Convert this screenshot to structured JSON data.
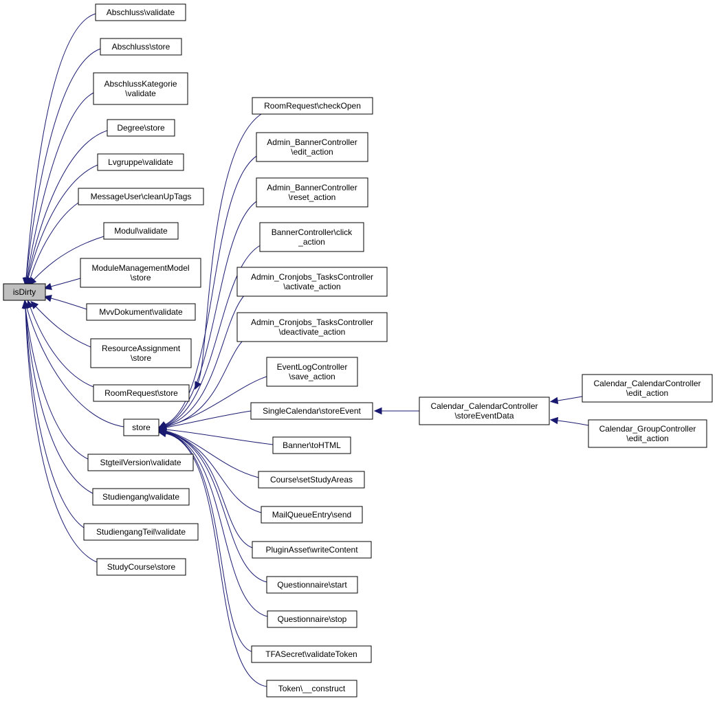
{
  "graph": {
    "nodes": [
      {
        "id": "isDirty",
        "lines": [
          "isDirty"
        ]
      },
      {
        "id": "abschluss-validate",
        "lines": [
          "Abschluss\\validate"
        ]
      },
      {
        "id": "abschluss-store",
        "lines": [
          "Abschluss\\store"
        ]
      },
      {
        "id": "abschlusskategorie-validate",
        "lines": [
          "AbschlussKategorie",
          "\\validate"
        ]
      },
      {
        "id": "degree-store",
        "lines": [
          "Degree\\store"
        ]
      },
      {
        "id": "lvgruppe-validate",
        "lines": [
          "Lvgruppe\\validate"
        ]
      },
      {
        "id": "messageuser-cleanuptags",
        "lines": [
          "MessageUser\\cleanUpTags"
        ]
      },
      {
        "id": "modul-validate",
        "lines": [
          "Modul\\validate"
        ]
      },
      {
        "id": "modulemanagementmodel-store",
        "lines": [
          "ModuleManagementModel",
          "\\store"
        ]
      },
      {
        "id": "mvvdokument-validate",
        "lines": [
          "MvvDokument\\validate"
        ]
      },
      {
        "id": "resourceassignment-store",
        "lines": [
          "ResourceAssignment",
          "\\store"
        ]
      },
      {
        "id": "roomrequest-store",
        "lines": [
          "RoomRequest\\store"
        ]
      },
      {
        "id": "store",
        "lines": [
          "store"
        ]
      },
      {
        "id": "stgteilversion-validate",
        "lines": [
          "StgteilVersion\\validate"
        ]
      },
      {
        "id": "studiengang-validate",
        "lines": [
          "Studiengang\\validate"
        ]
      },
      {
        "id": "studiengangteil-validate",
        "lines": [
          "StudiengangTeil\\validate"
        ]
      },
      {
        "id": "studycourse-store",
        "lines": [
          "StudyCourse\\store"
        ]
      },
      {
        "id": "roomrequest-checkopen",
        "lines": [
          "RoomRequest\\checkOpen"
        ]
      },
      {
        "id": "admin-bannercontroller-edit-action",
        "lines": [
          "Admin_BannerController",
          "\\edit_action"
        ]
      },
      {
        "id": "admin-bannercontroller-reset-action",
        "lines": [
          "Admin_BannerController",
          "\\reset_action"
        ]
      },
      {
        "id": "bannercontroller-click-action",
        "lines": [
          "BannerController\\click",
          "_action"
        ]
      },
      {
        "id": "admin-cronjobs-taskscontroller-activate-action",
        "lines": [
          "Admin_Cronjobs_TasksController",
          "\\activate_action"
        ]
      },
      {
        "id": "admin-cronjobs-taskscontroller-deactivate-action",
        "lines": [
          "Admin_Cronjobs_TasksController",
          "\\deactivate_action"
        ]
      },
      {
        "id": "eventlogcontroller-save-action",
        "lines": [
          "EventLogController",
          "\\save_action"
        ]
      },
      {
        "id": "singlecalendar-storeevent",
        "lines": [
          "SingleCalendar\\storeEvent"
        ]
      },
      {
        "id": "banner-tohtml",
        "lines": [
          "Banner\\toHTML"
        ]
      },
      {
        "id": "course-setstudyareas",
        "lines": [
          "Course\\setStudyAreas"
        ]
      },
      {
        "id": "mailqueueentry-send",
        "lines": [
          "MailQueueEntry\\send"
        ]
      },
      {
        "id": "pluginasset-writecontent",
        "lines": [
          "PluginAsset\\writeContent"
        ]
      },
      {
        "id": "questionnaire-start",
        "lines": [
          "Questionnaire\\start"
        ]
      },
      {
        "id": "questionnaire-stop",
        "lines": [
          "Questionnaire\\stop"
        ]
      },
      {
        "id": "tfasecret-validatetoken",
        "lines": [
          "TFASecret\\validateToken"
        ]
      },
      {
        "id": "token-construct",
        "lines": [
          "Token\\__construct"
        ]
      },
      {
        "id": "calendar-calendarcontroller-storeeventdata",
        "lines": [
          "Calendar_CalendarController",
          "\\storeEventData"
        ]
      },
      {
        "id": "calendar-calendarcontroller-edit-action",
        "lines": [
          "Calendar_CalendarController",
          "\\edit_action"
        ]
      },
      {
        "id": "calendar-groupcontroller-edit-action",
        "lines": [
          "Calendar_GroupController",
          "\\edit_action"
        ]
      }
    ],
    "edges": [
      {
        "from": "abschluss-validate",
        "to": "isDirty"
      },
      {
        "from": "abschluss-store",
        "to": "isDirty"
      },
      {
        "from": "abschlusskategorie-validate",
        "to": "isDirty"
      },
      {
        "from": "degree-store",
        "to": "isDirty"
      },
      {
        "from": "lvgruppe-validate",
        "to": "isDirty"
      },
      {
        "from": "messageuser-cleanuptags",
        "to": "isDirty"
      },
      {
        "from": "modul-validate",
        "to": "isDirty"
      },
      {
        "from": "modulemanagementmodel-store",
        "to": "isDirty"
      },
      {
        "from": "mvvdokument-validate",
        "to": "isDirty"
      },
      {
        "from": "resourceassignment-store",
        "to": "isDirty"
      },
      {
        "from": "roomrequest-store",
        "to": "isDirty"
      },
      {
        "from": "store",
        "to": "isDirty"
      },
      {
        "from": "stgteilversion-validate",
        "to": "isDirty"
      },
      {
        "from": "studiengang-validate",
        "to": "isDirty"
      },
      {
        "from": "studiengangteil-validate",
        "to": "isDirty"
      },
      {
        "from": "studycourse-store",
        "to": "isDirty"
      },
      {
        "from": "roomrequest-checkopen",
        "to": "roomrequest-store"
      },
      {
        "from": "admin-bannercontroller-edit-action",
        "to": "store"
      },
      {
        "from": "admin-bannercontroller-reset-action",
        "to": "store"
      },
      {
        "from": "bannercontroller-click-action",
        "to": "store"
      },
      {
        "from": "admin-cronjobs-taskscontroller-activate-action",
        "to": "store"
      },
      {
        "from": "admin-cronjobs-taskscontroller-deactivate-action",
        "to": "store"
      },
      {
        "from": "eventlogcontroller-save-action",
        "to": "store"
      },
      {
        "from": "singlecalendar-storeevent",
        "to": "store"
      },
      {
        "from": "banner-tohtml",
        "to": "store"
      },
      {
        "from": "course-setstudyareas",
        "to": "store"
      },
      {
        "from": "mailqueueentry-send",
        "to": "store"
      },
      {
        "from": "pluginasset-writecontent",
        "to": "store"
      },
      {
        "from": "questionnaire-start",
        "to": "store"
      },
      {
        "from": "questionnaire-stop",
        "to": "store"
      },
      {
        "from": "tfasecret-validatetoken",
        "to": "store"
      },
      {
        "from": "token-construct",
        "to": "store"
      },
      {
        "from": "calendar-calendarcontroller-storeeventdata",
        "to": "singlecalendar-storeevent"
      },
      {
        "from": "calendar-calendarcontroller-edit-action",
        "to": "calendar-calendarcontroller-storeeventdata"
      },
      {
        "from": "calendar-groupcontroller-edit-action",
        "to": "calendar-calendarcontroller-storeeventdata"
      }
    ],
    "colors": {
      "edge": "#191970",
      "node_border": "#000000",
      "node_fill": "#ffffff",
      "root_fill": "#bfbfbf"
    }
  }
}
